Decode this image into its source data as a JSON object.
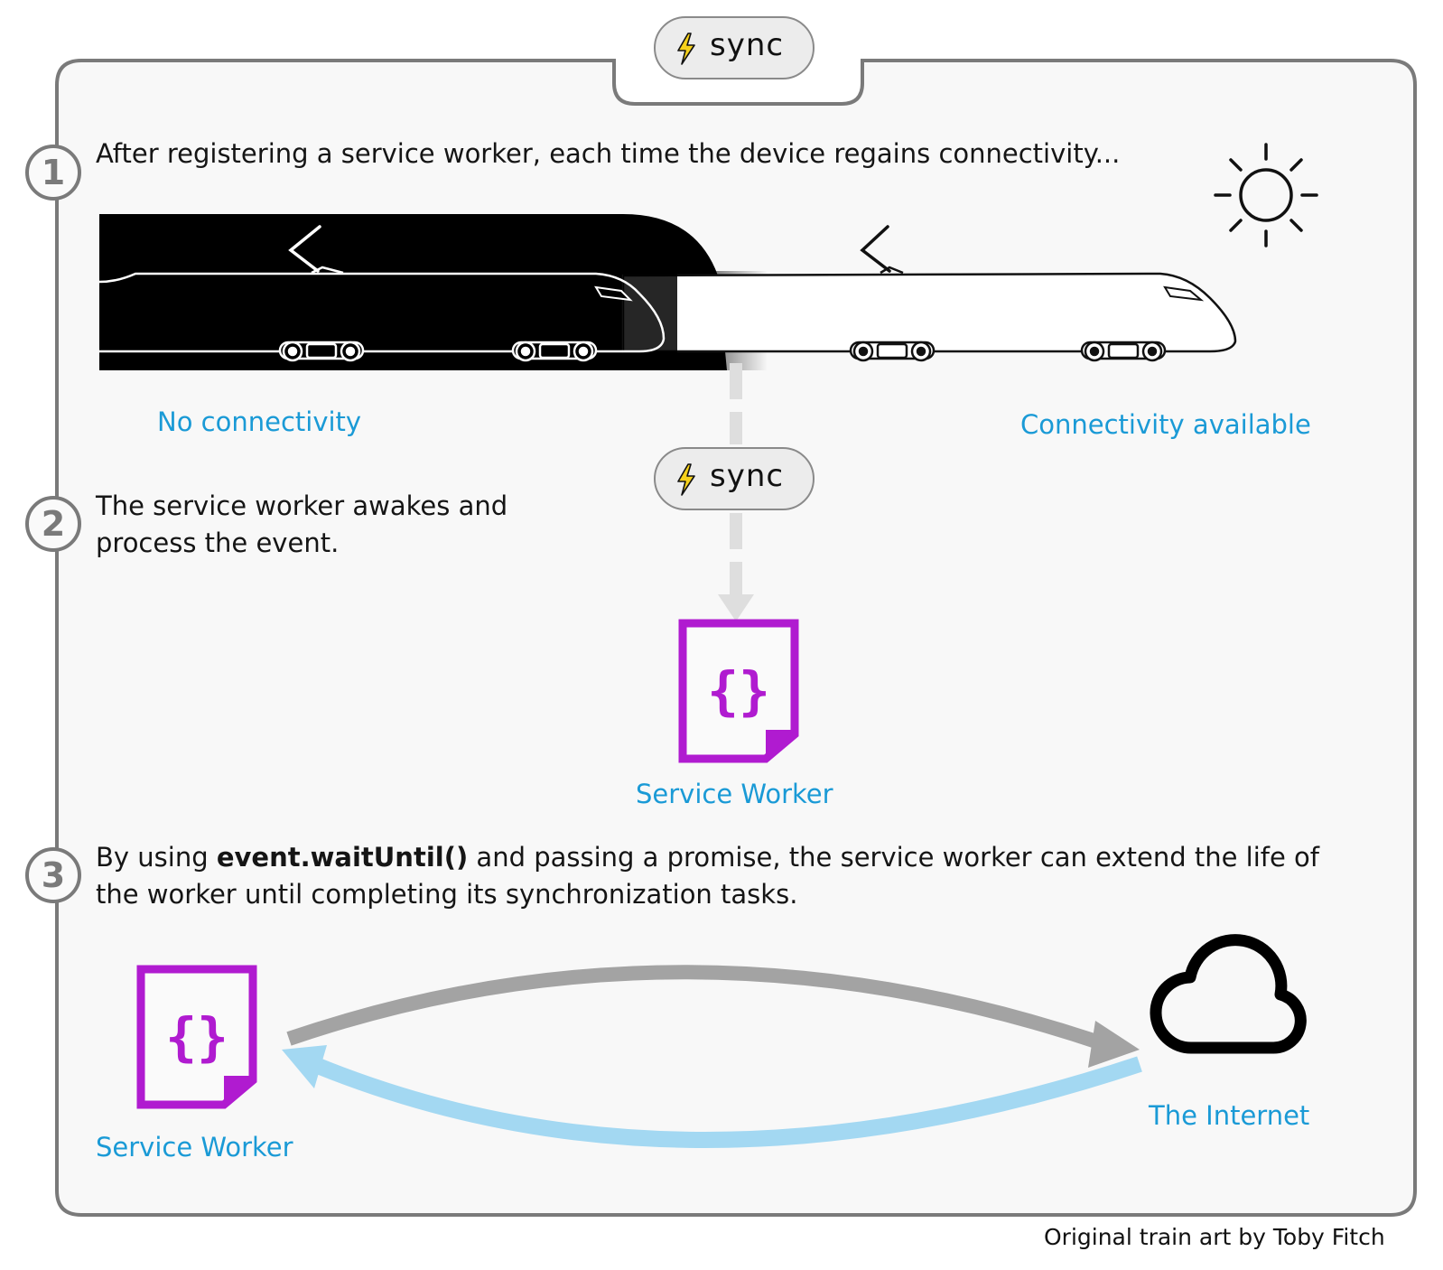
{
  "sync_badge_label": "sync",
  "steps": [
    {
      "number": "1",
      "text_lines": [
        "After registering a service worker, each time the device regains connectivity..."
      ]
    },
    {
      "number": "2",
      "text_lines": [
        "The service worker awakes and",
        "process the event."
      ]
    },
    {
      "number": "3",
      "text_before": "By using ",
      "text_bold": "event.waitUntil()",
      "text_after": " and passing a promise, the service worker can extend the life of",
      "text_line2": "the worker until completing its synchronization tasks."
    }
  ],
  "labels": {
    "no_connectivity": "No connectivity",
    "connectivity_available": "Connectivity available",
    "service_worker_center": "Service Worker",
    "service_worker_left": "Service Worker",
    "the_internet": "The Internet",
    "code_braces": "{}"
  },
  "credit": "Original train art by Toby Fitch",
  "colors": {
    "panel_bg": "#f8f8f8",
    "panel_border": "#7a7a7a",
    "label_blue": "#1a9ad6",
    "service_worker_purple": "#b01bd0",
    "request_arrow_gray": "#a3a3a3",
    "response_arrow_blue": "#a3d8f2",
    "bolt_yellow": "#f6d11a"
  },
  "icons": [
    "sun-icon",
    "lightning-bolt-icon",
    "service-worker-file-icon",
    "cloud-icon",
    "train-illustration"
  ]
}
